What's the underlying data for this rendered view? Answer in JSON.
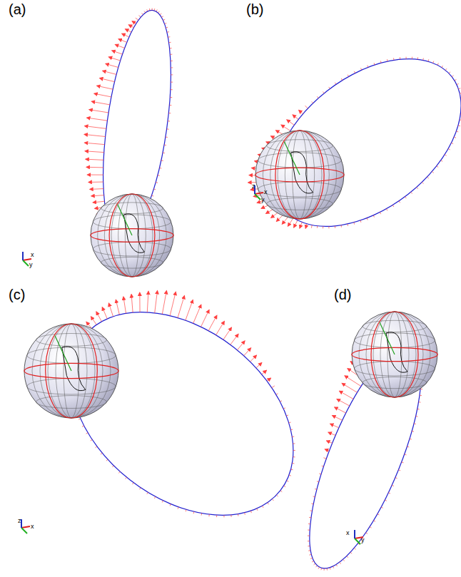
{
  "diagram": {
    "labels": [
      "(a)",
      "(b)",
      "(c)",
      "(d)",
      "x",
      "y",
      "z",
      "x",
      "y",
      "z",
      "x",
      "y",
      "x"
    ]
  }
}
